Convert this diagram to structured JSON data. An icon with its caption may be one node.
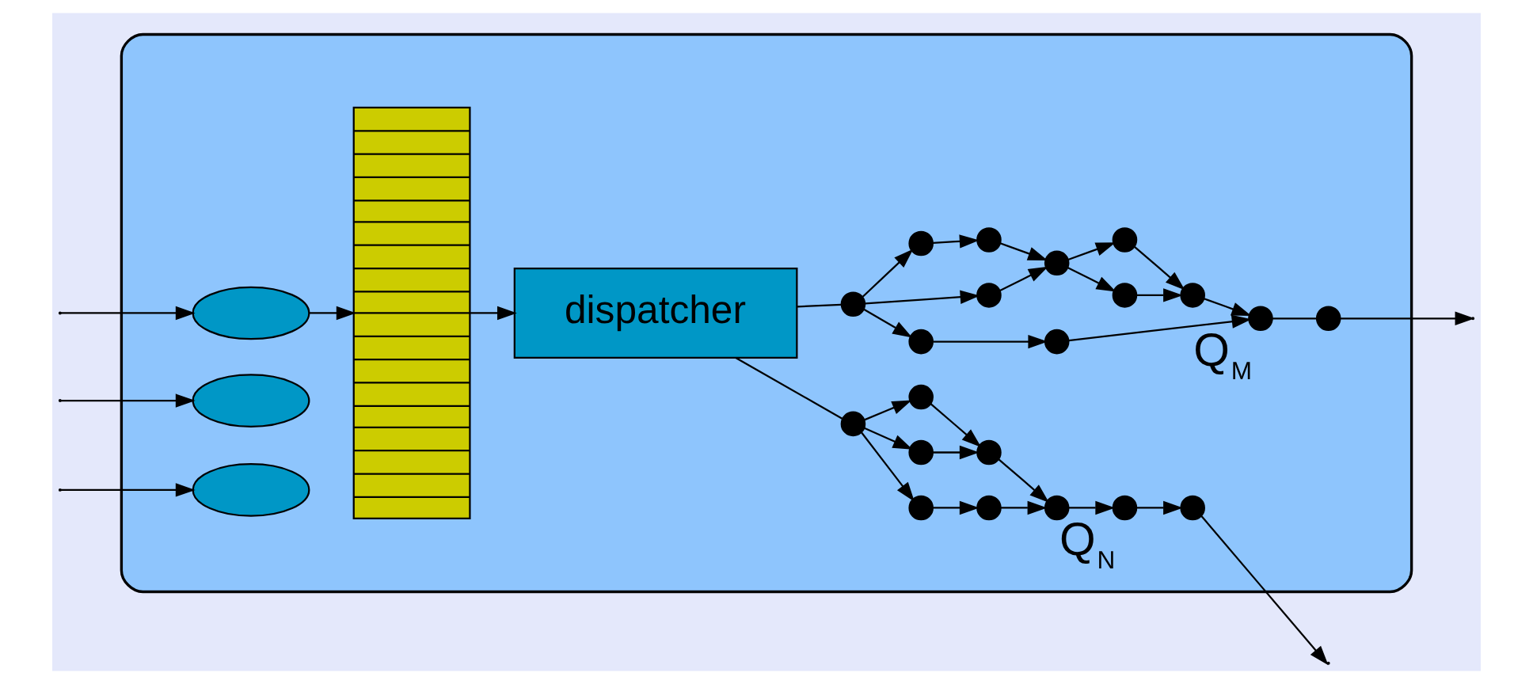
{
  "diagram": {
    "nodes": [
      {
        "text": [],
        "shape": "ellipse"
      },
      {
        "text": [],
        "shape": "ellipse",
        "in": 0
      },
      {
        "text": [],
        "shape": "ellipse",
        "in": 0
      },
      {
        "text": [],
        "shape": "ellipse",
        "in": 0
      },
      {
        "text": [],
        "shape": "bar",
        "in": 0
      },
      {
        "text": [
          "dispatcher"
        ],
        "in": 0
      },
      {
        "text": [],
        "shape": "circle",
        "in": 0
      },
      {
        "text": [],
        "shape": "circle",
        "in": 0
      },
      {
        "text": [],
        "shape": "circle",
        "in": 0
      },
      {
        "text": [],
        "shape": "circle",
        "in": 0
      },
      {
        "text": [],
        "shape": "circle",
        "in": 0
      },
      {
        "text": [],
        "shape": "circle",
        "in": 0
      },
      {
        "text": [],
        "shape": "circle",
        "in": 0
      },
      {
        "text": [],
        "shape": "circle",
        "in": 0
      },
      {
        "text": [],
        "shape": "circle",
        "in": 0
      },
      {
        "text": [],
        "shape": "circle",
        "in": 0
      },
      {
        "text": [],
        "shape": "circle",
        "in": 0,
        "beside": [
          "Q$_{M}$"
        ]
      },
      {
        "text": [],
        "shape": "circle",
        "in": 0
      },
      {
        "text": [],
        "shape": "circle",
        "in": 0
      },
      {
        "text": [],
        "shape": "circle",
        "in": 0
      },
      {
        "text": [],
        "shape": "circle",
        "in": 0
      },
      {
        "text": [],
        "shape": "circle",
        "in": 0
      },
      {
        "text": [],
        "shape": "circle",
        "in": 0
      },
      {
        "text": [],
        "shape": "circle",
        "in": 0
      },
      {
        "text": [],
        "shape": "circle",
        "in": 0
      },
      {
        "text": [],
        "shape": "circle",
        "in": 0,
        "beside": [
          "Q$_{N}$"
        ]
      },
      {
        "text": [],
        "shape": "circle",
        "in": 0
      }
    ],
    "edges": [
      {
        "from": null,
        "to": 1,
        "arrow": "to"
      },
      {
        "from": null,
        "to": 2,
        "arrow": "to"
      },
      {
        "from": null,
        "to": 3,
        "arrow": "to"
      },
      {
        "from": 1,
        "to": 4,
        "arrow": "to"
      },
      {
        "from": 4,
        "to": 5,
        "arrow": "to"
      },
      {
        "from": 5,
        "to": 6,
        "arrow": "none"
      },
      {
        "from": 5,
        "to": 18,
        "arrow": "none"
      },
      {
        "from": 6,
        "to": 7,
        "arrow": "to"
      },
      {
        "from": 6,
        "to": 10,
        "arrow": "to"
      },
      {
        "from": 6,
        "to": 11,
        "arrow": "to"
      },
      {
        "from": 7,
        "to": 8,
        "arrow": "to"
      },
      {
        "from": 8,
        "to": 9,
        "arrow": "to"
      },
      {
        "from": 10,
        "to": 9,
        "arrow": "to"
      },
      {
        "from": 9,
        "to": 12,
        "arrow": "to"
      },
      {
        "from": 9,
        "to": 13,
        "arrow": "to"
      },
      {
        "from": 12,
        "to": 14,
        "arrow": "to"
      },
      {
        "from": 13,
        "to": 14,
        "arrow": "to"
      },
      {
        "from": 11,
        "to": 15,
        "arrow": "to"
      },
      {
        "from": 14,
        "to": 16,
        "arrow": "to"
      },
      {
        "from": 15,
        "to": 16,
        "arrow": "to"
      },
      {
        "from": 16,
        "to": 17,
        "arrow": "none"
      },
      {
        "from": 17,
        "to": null,
        "arrow": "to"
      },
      {
        "from": 18,
        "to": 19,
        "arrow": "to"
      },
      {
        "from": 18,
        "to": 21,
        "arrow": "to"
      },
      {
        "from": 18,
        "to": 22,
        "arrow": "to"
      },
      {
        "from": 19,
        "to": 20,
        "arrow": "to"
      },
      {
        "from": 20,
        "to": 24,
        "arrow": "to"
      },
      {
        "from": 21,
        "to": 23,
        "arrow": "to"
      },
      {
        "from": 22,
        "to": 23,
        "arrow": "to"
      },
      {
        "from": 23,
        "to": 24,
        "arrow": "to"
      },
      {
        "from": 24,
        "to": 25,
        "arrow": "to"
      },
      {
        "from": 25,
        "to": 26,
        "arrow": "to"
      },
      {
        "from": 26,
        "to": null,
        "arrow": "to"
      }
    ]
  }
}
